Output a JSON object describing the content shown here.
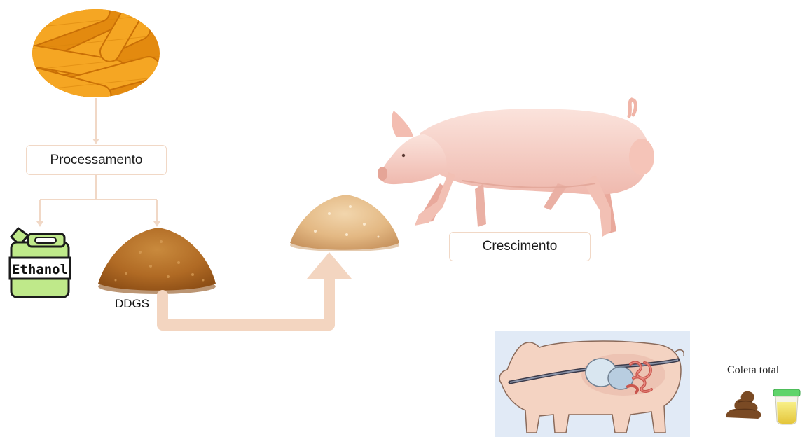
{
  "labels": {
    "processamento": "Processamento",
    "ethanol": "Ethanol",
    "ddgs": "DDGS",
    "crescimento": "Crescimento",
    "coleta_total": "Coleta total"
  },
  "images": {
    "corn": "corn-cobs-image",
    "ethanol_can": "ethanol-jerrycan-icon",
    "ddgs_pile": "ddgs-pile-image",
    "feed_pile": "feed-pile-image",
    "pig": "pig-image",
    "anatomy": "pig-digestive-tract-illustration",
    "feces": "feces-icon",
    "urine": "urine-cup-icon"
  },
  "colors": {
    "connector": "#f1d8c6",
    "thick_arrow": "#f3d5c0",
    "box_border": "#f1d8c6",
    "corn": "#f3a21c",
    "ddgs": "#b9722a",
    "feed": "#e6bf8c",
    "pig": "#f5cfc8",
    "ethanol_can": "#bfe98a",
    "anatomy_background": "#dce8f5"
  }
}
